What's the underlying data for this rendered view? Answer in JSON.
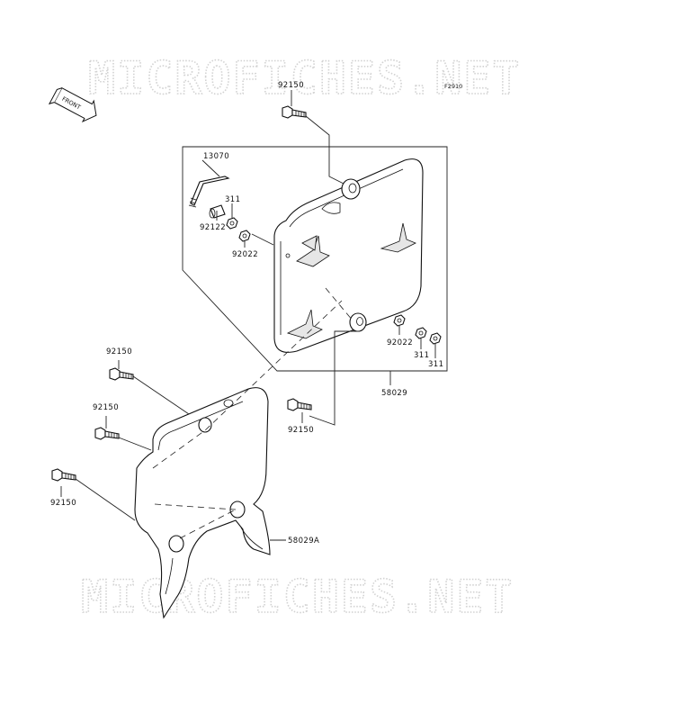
{
  "watermark": {
    "top": "MICROFICHES.NET",
    "bottom": "MICROFICHES.NET"
  },
  "figure_code": "F2910",
  "front_marker": "FRONT",
  "callouts": {
    "bolt_top": "92150",
    "rod": "13070",
    "nut_a": "311",
    "collar": "92122",
    "washer_a": "92022",
    "washer_b": "92022",
    "nut_b": "311",
    "nut_c": "311",
    "plate": "58029",
    "bolt_mid": "92150",
    "bolt_left_1": "92150",
    "bolt_left_2": "92150",
    "bolt_left_3": "92150",
    "cover": "58029A"
  }
}
